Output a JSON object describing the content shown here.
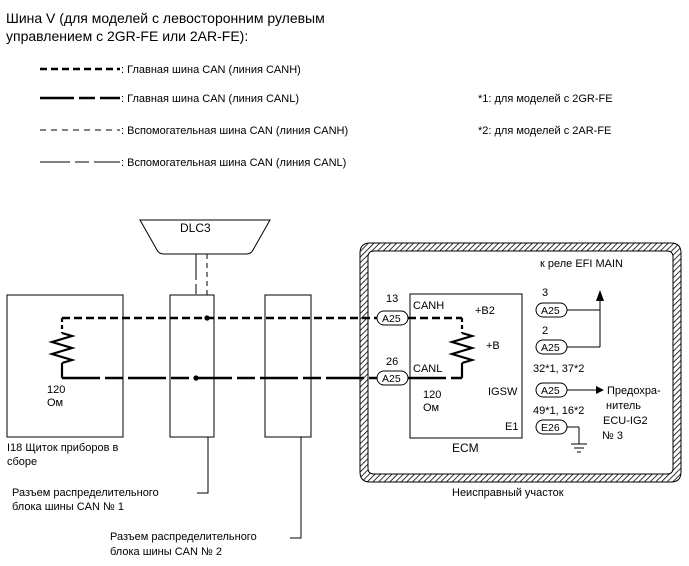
{
  "title": {
    "line1": "Шина V (для моделей с левосторонним рулевым",
    "line2": "управлением с 2GR-FE или 2AR-FE):"
  },
  "legend": [
    {
      "label": ": Главная шина CAN (линия CANH)"
    },
    {
      "label": ": Главная шина CAN (линия CANL)"
    },
    {
      "label": ": Вспомогательная шина CAN (линия CANH)"
    },
    {
      "label": ": Вспомогательная шина CAN (линия CANL)"
    }
  ],
  "notes": {
    "note1": "*1: для моделей с 2GR-FE",
    "note2": "*2: для моделей с 2AR-FE"
  },
  "dlc": {
    "label": "DLC3"
  },
  "combination_meter": {
    "resistance_value": "120",
    "resistance_unit": "Ом",
    "label_line1": "I18 Щиток приборов в",
    "label_line2": "сборе"
  },
  "junction1": {
    "label_line1": "Разъем распределительного",
    "label_line2": "блока шины CAN № 1"
  },
  "junction2": {
    "label_line1": "Разъем распределительного",
    "label_line2": "блока шины CAN № 2"
  },
  "ecm": {
    "name": "ECM",
    "resistance_value": "120",
    "resistance_unit": "Ом",
    "canh": {
      "pin": "13",
      "connector": "A25",
      "label": "CANH"
    },
    "canl": {
      "pin": "26",
      "connector": "A25",
      "label": "CANL"
    },
    "b2": {
      "pin": "3",
      "connector": "A25",
      "label": "+B2"
    },
    "b": {
      "pin": "2",
      "connector": "A25",
      "label": "+B"
    },
    "igsw": {
      "pin": "32*1, 37*2",
      "connector": "A25",
      "label": "IGSW"
    },
    "e1": {
      "pin": "49*1, 16*2",
      "connector": "E26",
      "label": "E1"
    }
  },
  "relay_label": "к реле EFI MAIN",
  "fuse": {
    "line1": "Предохра-",
    "line2": "нитель",
    "line3": "ECU-IG2",
    "line4": "№ 3"
  },
  "faulty_area": "Неисправный участок"
}
